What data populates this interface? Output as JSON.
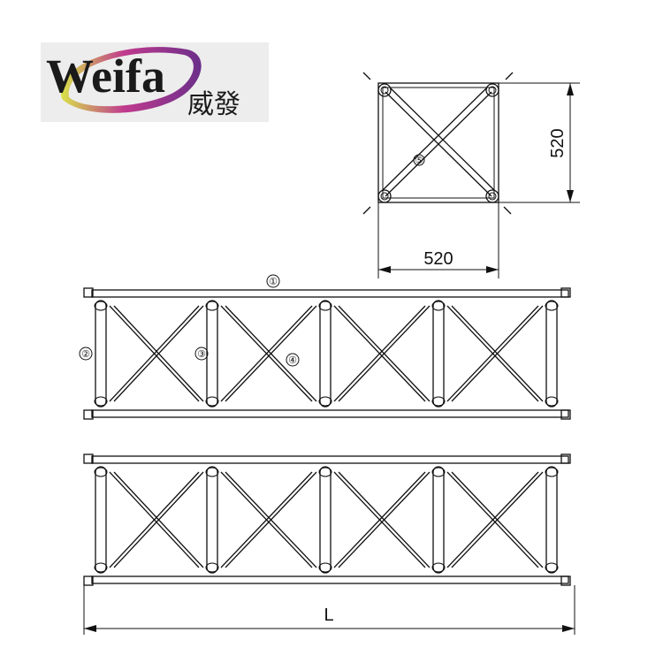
{
  "logo": {
    "latin": "Weifa",
    "chinese": "威發",
    "colors": {
      "ring_start": "#6b2f8a",
      "ring_mid": "#c03a8e",
      "ring_end": "#d8e24a",
      "bg": "#ededed"
    }
  },
  "top_view": {
    "width_label": "520",
    "height_label": "520"
  },
  "callouts": [
    "①",
    "②",
    "③",
    "④",
    "⑤"
  ],
  "length_label": "L"
}
